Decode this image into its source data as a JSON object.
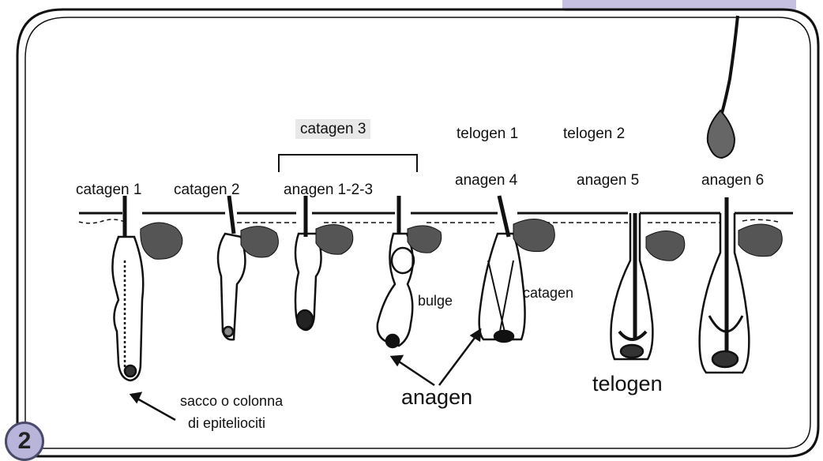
{
  "stages_top": {
    "catagen3": "catagen 3",
    "telogen1": "telogen 1",
    "telogen2": "telogen 2"
  },
  "stages_row": {
    "catagen1": "catagen 1",
    "catagen2": "catagen 2",
    "anagen123": "anagen 1-2-3",
    "anagen4": "anagen 4",
    "anagen5": "anagen 5",
    "anagen6": "anagen 6"
  },
  "annotations": {
    "bulge": "bulge",
    "catagen": "catagen",
    "sac_line1": "sacco o colonna",
    "sac_line2": "di epiteliociti",
    "anagen": "anagen",
    "telogen": "telogen"
  },
  "figure_number": "2",
  "colors": {
    "frame": "#111111",
    "badge_fill": "#b9b4da",
    "tab_fill": "#c5c0e0",
    "highlight": "#e8e8e8"
  }
}
